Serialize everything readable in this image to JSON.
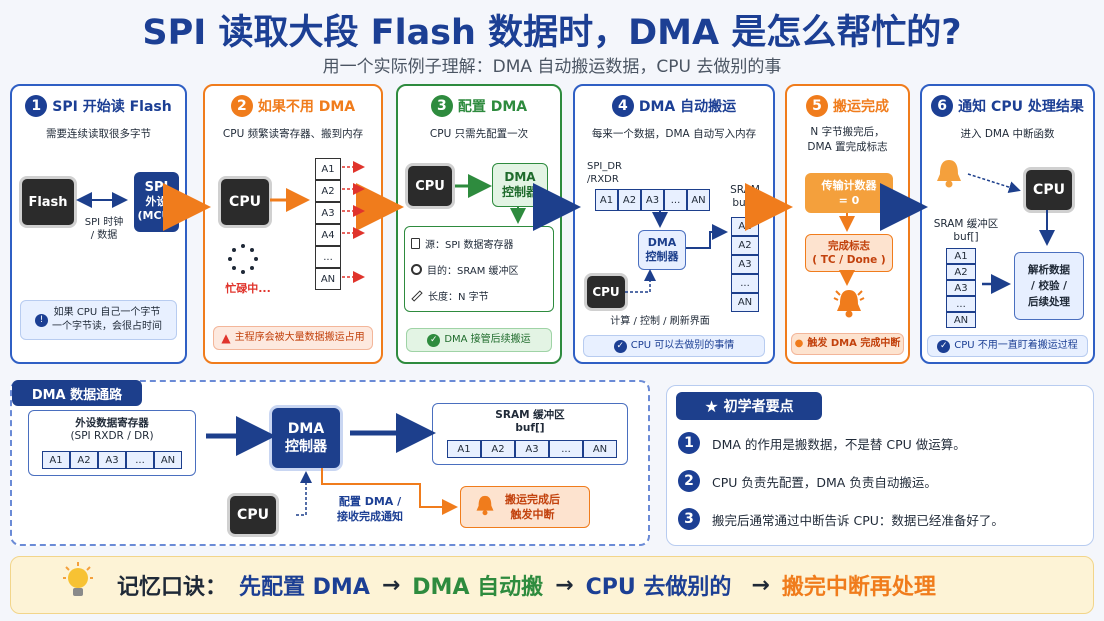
{
  "header": {
    "title": "SPI 读取大段 Flash 数据时，DMA 是怎么帮忙的?",
    "subtitle": "用一个实际例子理解：DMA 自动搬运数据，CPU 去做别的事"
  },
  "p1": {
    "num": "1",
    "title": "SPI 开始读 Flash",
    "desc": "需要连续读取很多字节",
    "flash": "Flash",
    "spi_l1": "SPI",
    "spi_l2": "外设",
    "spi_l3": "(MCU)",
    "link_l1": "SPI 时钟",
    "link_l2": "/ 数据",
    "note_l1": "如果 CPU 自己一个字节",
    "note_l2": "一个字节读，会很占时间"
  },
  "p2": {
    "num": "2",
    "title": "如果不用 DMA",
    "desc": "CPU 频繁读寄存器、搬到内存",
    "cpu": "CPU",
    "cells": [
      "A1",
      "A2",
      "A3",
      "A4",
      "...",
      "AN"
    ],
    "busy": "忙碌中...",
    "note": "主程序会被大量数据搬运占用"
  },
  "p3": {
    "num": "3",
    "title": "配置 DMA",
    "desc": "CPU 只需先配置一次",
    "cpu": "CPU",
    "dma_l1": "DMA",
    "dma_l2": "控制器",
    "src": "源：SPI 数据寄存器",
    "dst": "目的：SRAM 缓冲区",
    "len": "长度：N 字节",
    "note": "DMA 接管后续搬运"
  },
  "p4": {
    "num": "4",
    "title": "DMA 自动搬运",
    "desc": "每来一个数据，DMA 自动写入内存",
    "spidr_l1": "SPI_DR",
    "spidr_l2": "/RXDR",
    "row": [
      "A1",
      "A2",
      "A3",
      "...",
      "AN"
    ],
    "sram_l1": "SRAM",
    "sram_l2": "buf[]",
    "col": [
      "A1",
      "A2",
      "A3",
      "...",
      "AN"
    ],
    "dma_l1": "DMA",
    "dma_l2": "控制器",
    "cpu": "CPU",
    "cpu_tasks": "计算 / 控制 / 刷新界面",
    "note": "CPU 可以去做别的事情"
  },
  "p5": {
    "num": "5",
    "title": "搬运完成",
    "desc_l1": "N 字节搬完后，",
    "desc_l2": "DMA 置完成标志",
    "counter_l1": "传输计数器",
    "counter_l2": "= 0",
    "flag_l1": "完成标志",
    "flag_l2": "( TC / Done )",
    "note": "触发 DMA 完成中断"
  },
  "p6": {
    "num": "6",
    "title": "通知 CPU 处理结果",
    "desc": "进入 DMA 中断函数",
    "cpu": "CPU",
    "sram_l1": "SRAM 缓冲区",
    "sram_l2": "buf[]",
    "col": [
      "A1",
      "A2",
      "A3",
      "...",
      "AN"
    ],
    "proc_l1": "解析数据",
    "proc_l2": "/ 校验 /",
    "proc_l3": "后续处理",
    "note": "CPU 不用一直盯着搬运过程"
  },
  "path": {
    "label": "DMA 数据通路",
    "reg_l1": "外设数据寄存器",
    "reg_l2": "(SPI RXDR / DR)",
    "reg_cells": [
      "A1",
      "A2",
      "A3",
      "...",
      "AN"
    ],
    "dma_l1": "DMA",
    "dma_l2": "控制器",
    "sram_l1": "SRAM 缓冲区",
    "sram_l2": "buf[]",
    "sram_cells": [
      "A1",
      "A2",
      "A3",
      "...",
      "AN"
    ],
    "cpu": "CPU",
    "cfg_l1": "配置 DMA /",
    "cfg_l2": "接收完成通知",
    "done_l1": "搬运完成后",
    "done_l2": "触发中断"
  },
  "tips": {
    "label": "初学者要点",
    "items": [
      {
        "n": "1",
        "text": "DMA 的作用是搬数据，不是替 CPU 做运算。"
      },
      {
        "n": "2",
        "text": "CPU 负责先配置，DMA 负责自动搬运。"
      },
      {
        "n": "3",
        "text": "搬完后通常通过中断告诉 CPU：数据已经准备好了。"
      }
    ]
  },
  "motto": {
    "label": "记忆口诀：",
    "s1": "先配置 DMA",
    "s2": "DMA 自动搬",
    "s3": "CPU 去做别的",
    "s4": "搬完中断再处理",
    "arrow": "→"
  },
  "colors": {
    "blue": "#1c3f94",
    "orange": "#f07c1c",
    "green": "#2e8b3e",
    "red": "#e0342c"
  }
}
